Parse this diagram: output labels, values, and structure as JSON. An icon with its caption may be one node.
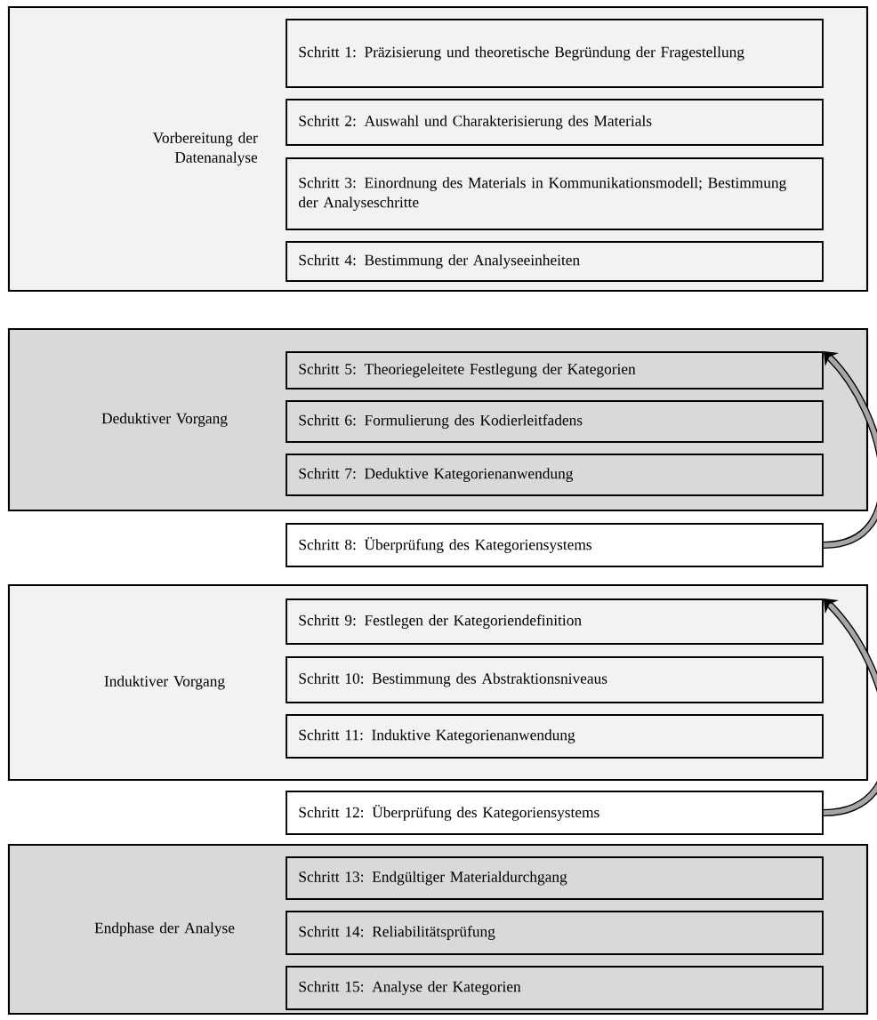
{
  "diagram": {
    "nodes": [
      {
        "text": [
          "Vorbereitung der Datenanalyse"
        ]
      },
      {
        "text": [
          "Schritt 1: Präzisierung und theoretische Begründung der Fragestellung"
        ],
        "in": 0
      },
      {
        "text": [
          "Schritt 2: Auswahl und Charakterisierung des Materials"
        ],
        "in": 0
      },
      {
        "text": [
          "Schritt 3: Einordnung des Materials in Kommunikationsmodell; Bestimmung der Analyseschritte"
        ],
        "in": 0
      },
      {
        "text": [
          "Schritt 4: Bestimmung der Analyseeinheiten"
        ],
        "in": 0
      },
      {
        "text": [
          "Deduktiver Vorgang"
        ]
      },
      {
        "text": [
          "Schritt 5: Theoriegeleitete Festlegung der Kategorien"
        ],
        "in": 5
      },
      {
        "text": [
          "Schritt 6: Formulierung des Kodierleitfadens"
        ],
        "in": 5
      },
      {
        "text": [
          "Schritt 7: Deduktive Kategorienanwendung"
        ],
        "in": 5
      },
      {
        "text": [
          "Schritt 8: Überprüfung des Kategoriensystems"
        ]
      },
      {
        "text": [
          "Induktiver Vorgang"
        ]
      },
      {
        "text": [
          "Schritt 9: Festlegen der Kategoriendefinition"
        ],
        "in": 10
      },
      {
        "text": [
          "Schritt 10: Bestimmung des Abstraktionsniveaus"
        ],
        "in": 10
      },
      {
        "text": [
          "Schritt 11: Induktive Kategorienanwendung"
        ],
        "in": 10
      },
      {
        "text": [
          "Schritt 12: Überprüfung des Kategoriensystems"
        ]
      },
      {
        "text": [
          "Endphase der Analyse"
        ]
      },
      {
        "text": [
          "Schritt 13: Endgültiger Materialdurchgang"
        ],
        "in": 15
      },
      {
        "text": [
          "Schritt 14: Reliabilitätsprüfung"
        ],
        "in": 15
      },
      {
        "text": [
          "Schritt 15: Analyse der Kategorien"
        ],
        "in": 15
      }
    ],
    "edges": [
      {
        "from": 9,
        "to": 6,
        "arrow": "to"
      },
      {
        "from": 14,
        "to": 11,
        "arrow": "to"
      }
    ]
  }
}
